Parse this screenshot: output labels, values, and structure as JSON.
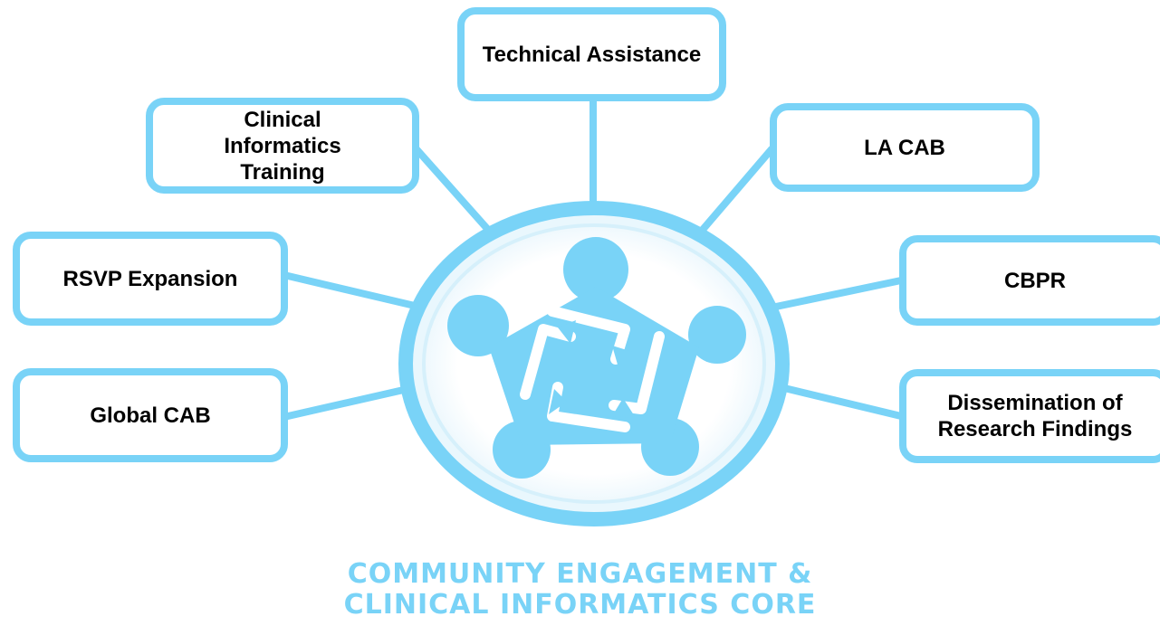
{
  "colors": {
    "accent": "#79d3f7",
    "hub_fill": "#ffffff",
    "text": "#000000"
  },
  "nodes": {
    "technical_assistance": "Technical Assistance",
    "clinical_informatics_training": "Clinical Informatics Training",
    "la_cab": "LA CAB",
    "rsvp_expansion": "RSVP Expansion",
    "cbpr": "CBPR",
    "global_cab": "Global CAB",
    "dissemination": "Dissemination of Research Findings"
  },
  "hub": {
    "icon": "community-collaboration-icon"
  },
  "core_title": {
    "line1": "COMMUNITY ENGAGEMENT &",
    "line2": "CLINICAL INFORMATICS CORE"
  }
}
